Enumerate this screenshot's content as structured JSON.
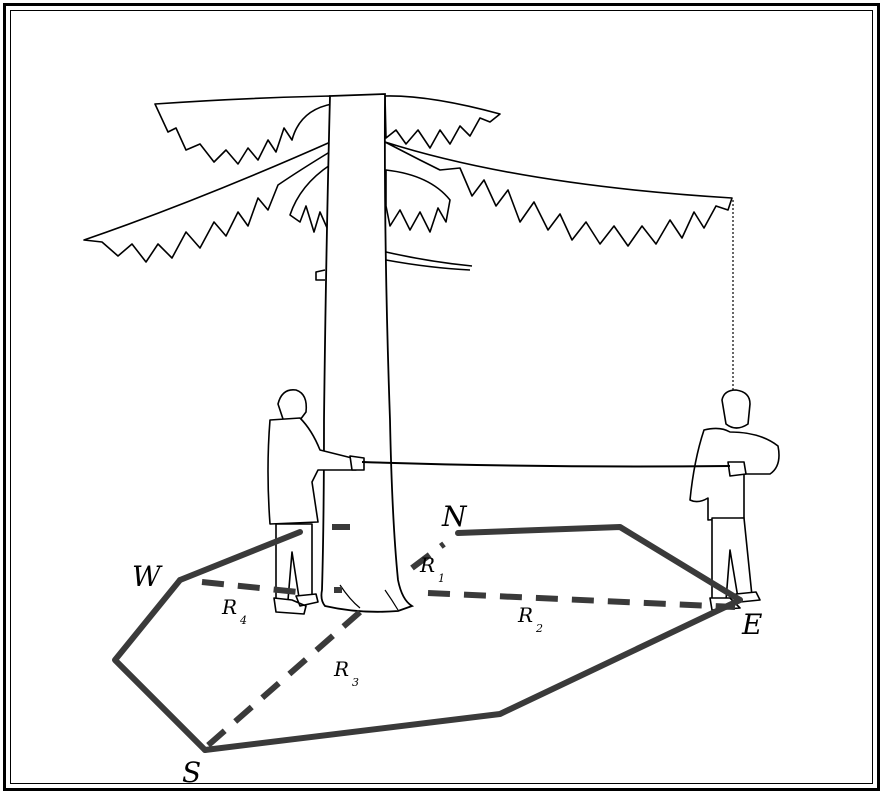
{
  "labels": {
    "north": "N",
    "east": "E",
    "south": "S",
    "west": "W",
    "r1": "R",
    "r1_sub": "1",
    "r2": "R",
    "r2_sub": "2",
    "r3": "R",
    "r3_sub": "3",
    "r4": "R",
    "r4_sub": "4"
  },
  "colors": {
    "outline": "#3a3a3a",
    "ink": "#000000"
  }
}
